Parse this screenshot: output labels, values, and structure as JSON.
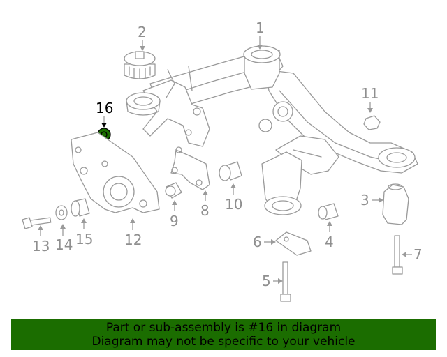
{
  "callouts": [
    "1",
    "2",
    "3",
    "4",
    "5",
    "6",
    "7",
    "8",
    "9",
    "10",
    "11",
    "12",
    "13",
    "14",
    "15",
    "16"
  ],
  "highlight": "16",
  "highlight_color": "#1b6d00",
  "banner": {
    "line1": "Part or sub-assembly is #16 in diagram",
    "line2": "Diagram may not be specific to your vehicle",
    "background": "#1b6d00"
  }
}
